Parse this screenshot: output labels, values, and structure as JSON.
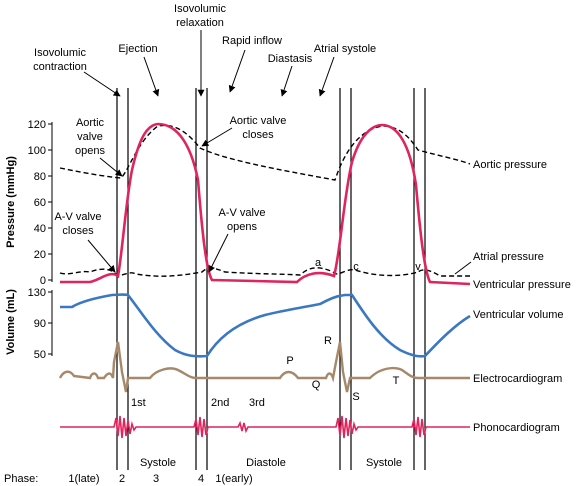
{
  "axes": {
    "pressure_title": "Pressure (mmHg)",
    "pressure_ticks": [
      "120",
      "100",
      "80",
      "60",
      "40",
      "20",
      "0"
    ],
    "volume_title": "Volume (mL)",
    "volume_ticks": [
      "130",
      "90",
      "50"
    ]
  },
  "event_labels": {
    "isovolumic_contraction_l1": "Isovolumic",
    "isovolumic_contraction_l2": "contraction",
    "ejection": "Ejection",
    "isovolumic_relaxation_l1": "Isovolumic",
    "isovolumic_relaxation_l2": "relaxation",
    "rapid_inflow": "Rapid inflow",
    "diastasis": "Diastasis",
    "atrial_systole": "Atrial systole"
  },
  "valve_labels": {
    "aortic_opens_l1": "Aortic",
    "aortic_opens_l2": "valve",
    "aortic_opens_l3": "opens",
    "aortic_closes_l1": "Aortic valve",
    "aortic_closes_l2": "closes",
    "av_closes_l1": "A-V valve",
    "av_closes_l2": "closes",
    "av_opens_l1": "A-V valve",
    "av_opens_l2": "opens"
  },
  "curve_labels": {
    "aortic_pressure": "Aortic pressure",
    "atrial_pressure": "Atrial pressure",
    "ventricular_pressure": "Ventricular pressure",
    "ventricular_volume": "Ventricular volume",
    "electrocardiogram": "Electrocardiogram",
    "phonocardiogram": "Phonocardiogram"
  },
  "wave_letters": {
    "a": "a",
    "c": "c",
    "v": "v",
    "P": "P",
    "Q": "Q",
    "R": "R",
    "S": "S",
    "T": "T"
  },
  "heart_sounds": {
    "first": "1st",
    "second": "2nd",
    "third": "3rd"
  },
  "phases": {
    "phase_label": "Phase:",
    "p1_late": "1(late)",
    "p2": "2",
    "p3": "3",
    "p4": "4",
    "p1_early": "1(early)",
    "systole_1": "Systole",
    "diastole": "Diastole",
    "systole_2": "Systole"
  },
  "colors": {
    "ventricular_pressure": "#e0245e",
    "ventricular_volume": "#3a78c2",
    "electrocardiogram": "#a6886a",
    "phonocardiogram": "#e0245e",
    "dashed": "#000000"
  }
}
